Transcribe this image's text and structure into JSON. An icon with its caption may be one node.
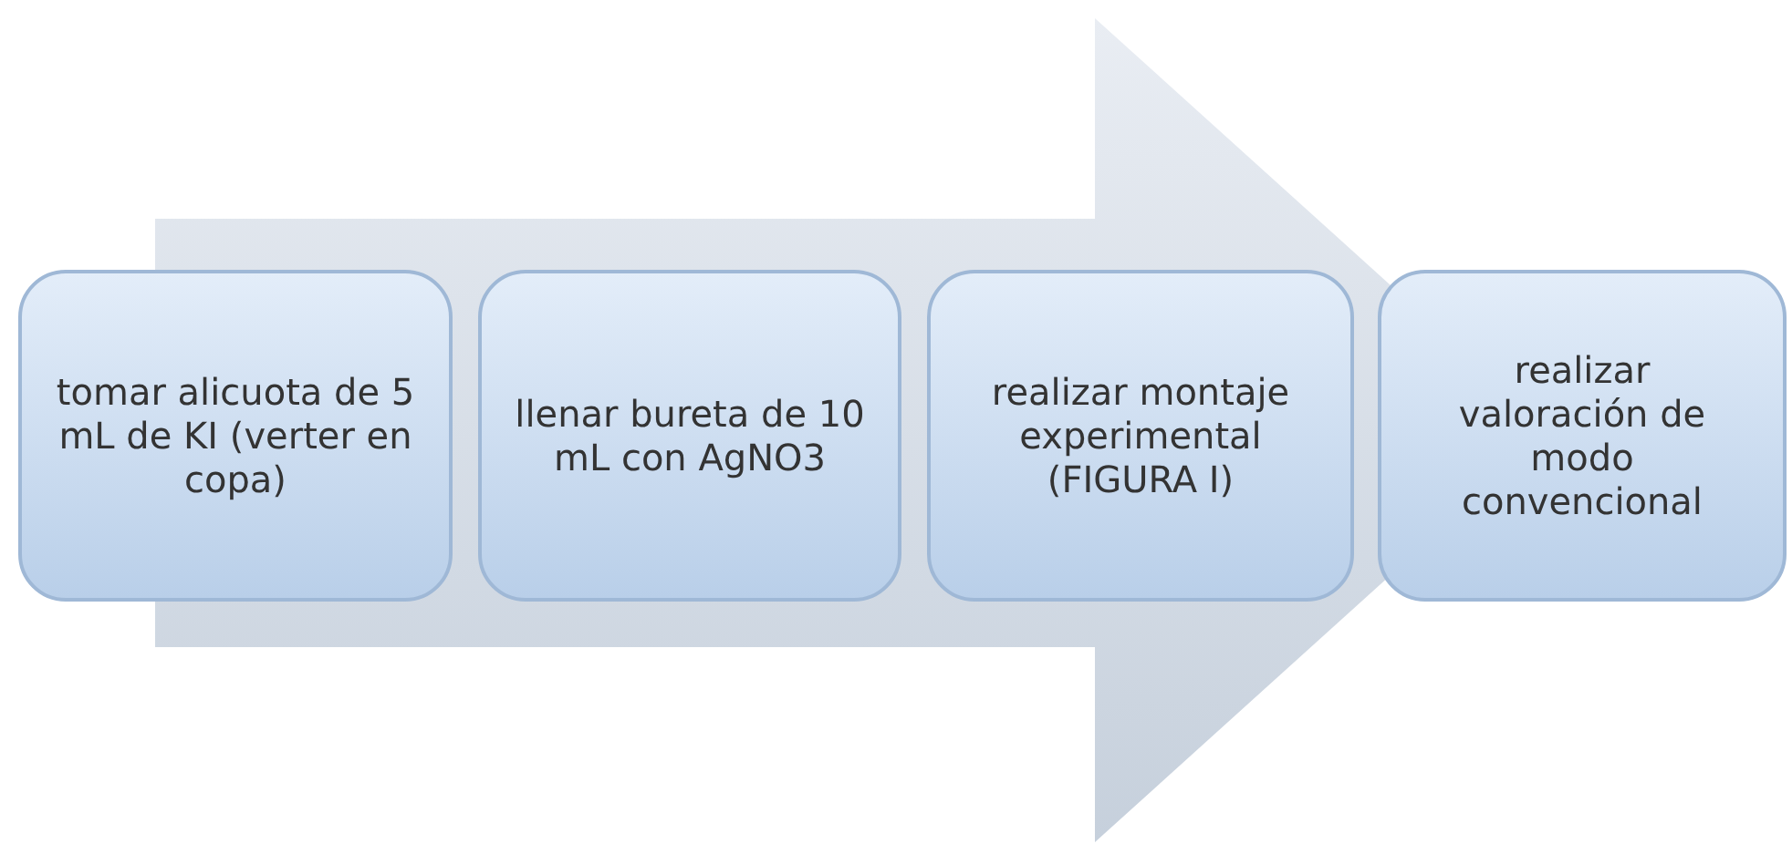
{
  "diagram": {
    "nodes": [
      {
        "text": [
          "tomar alicuota de 5 mL de KI (verter en copa)"
        ]
      },
      {
        "text": [
          "llenar bureta de 10 mL con AgNO3"
        ]
      },
      {
        "text": [
          "realizar montaje experimental (FIGURA I)"
        ]
      },
      {
        "text": [
          "realizar valoración de modo convencional"
        ]
      }
    ],
    "edges": [
      {
        "from": 0,
        "to": 3,
        "arrow": "to"
      }
    ]
  }
}
